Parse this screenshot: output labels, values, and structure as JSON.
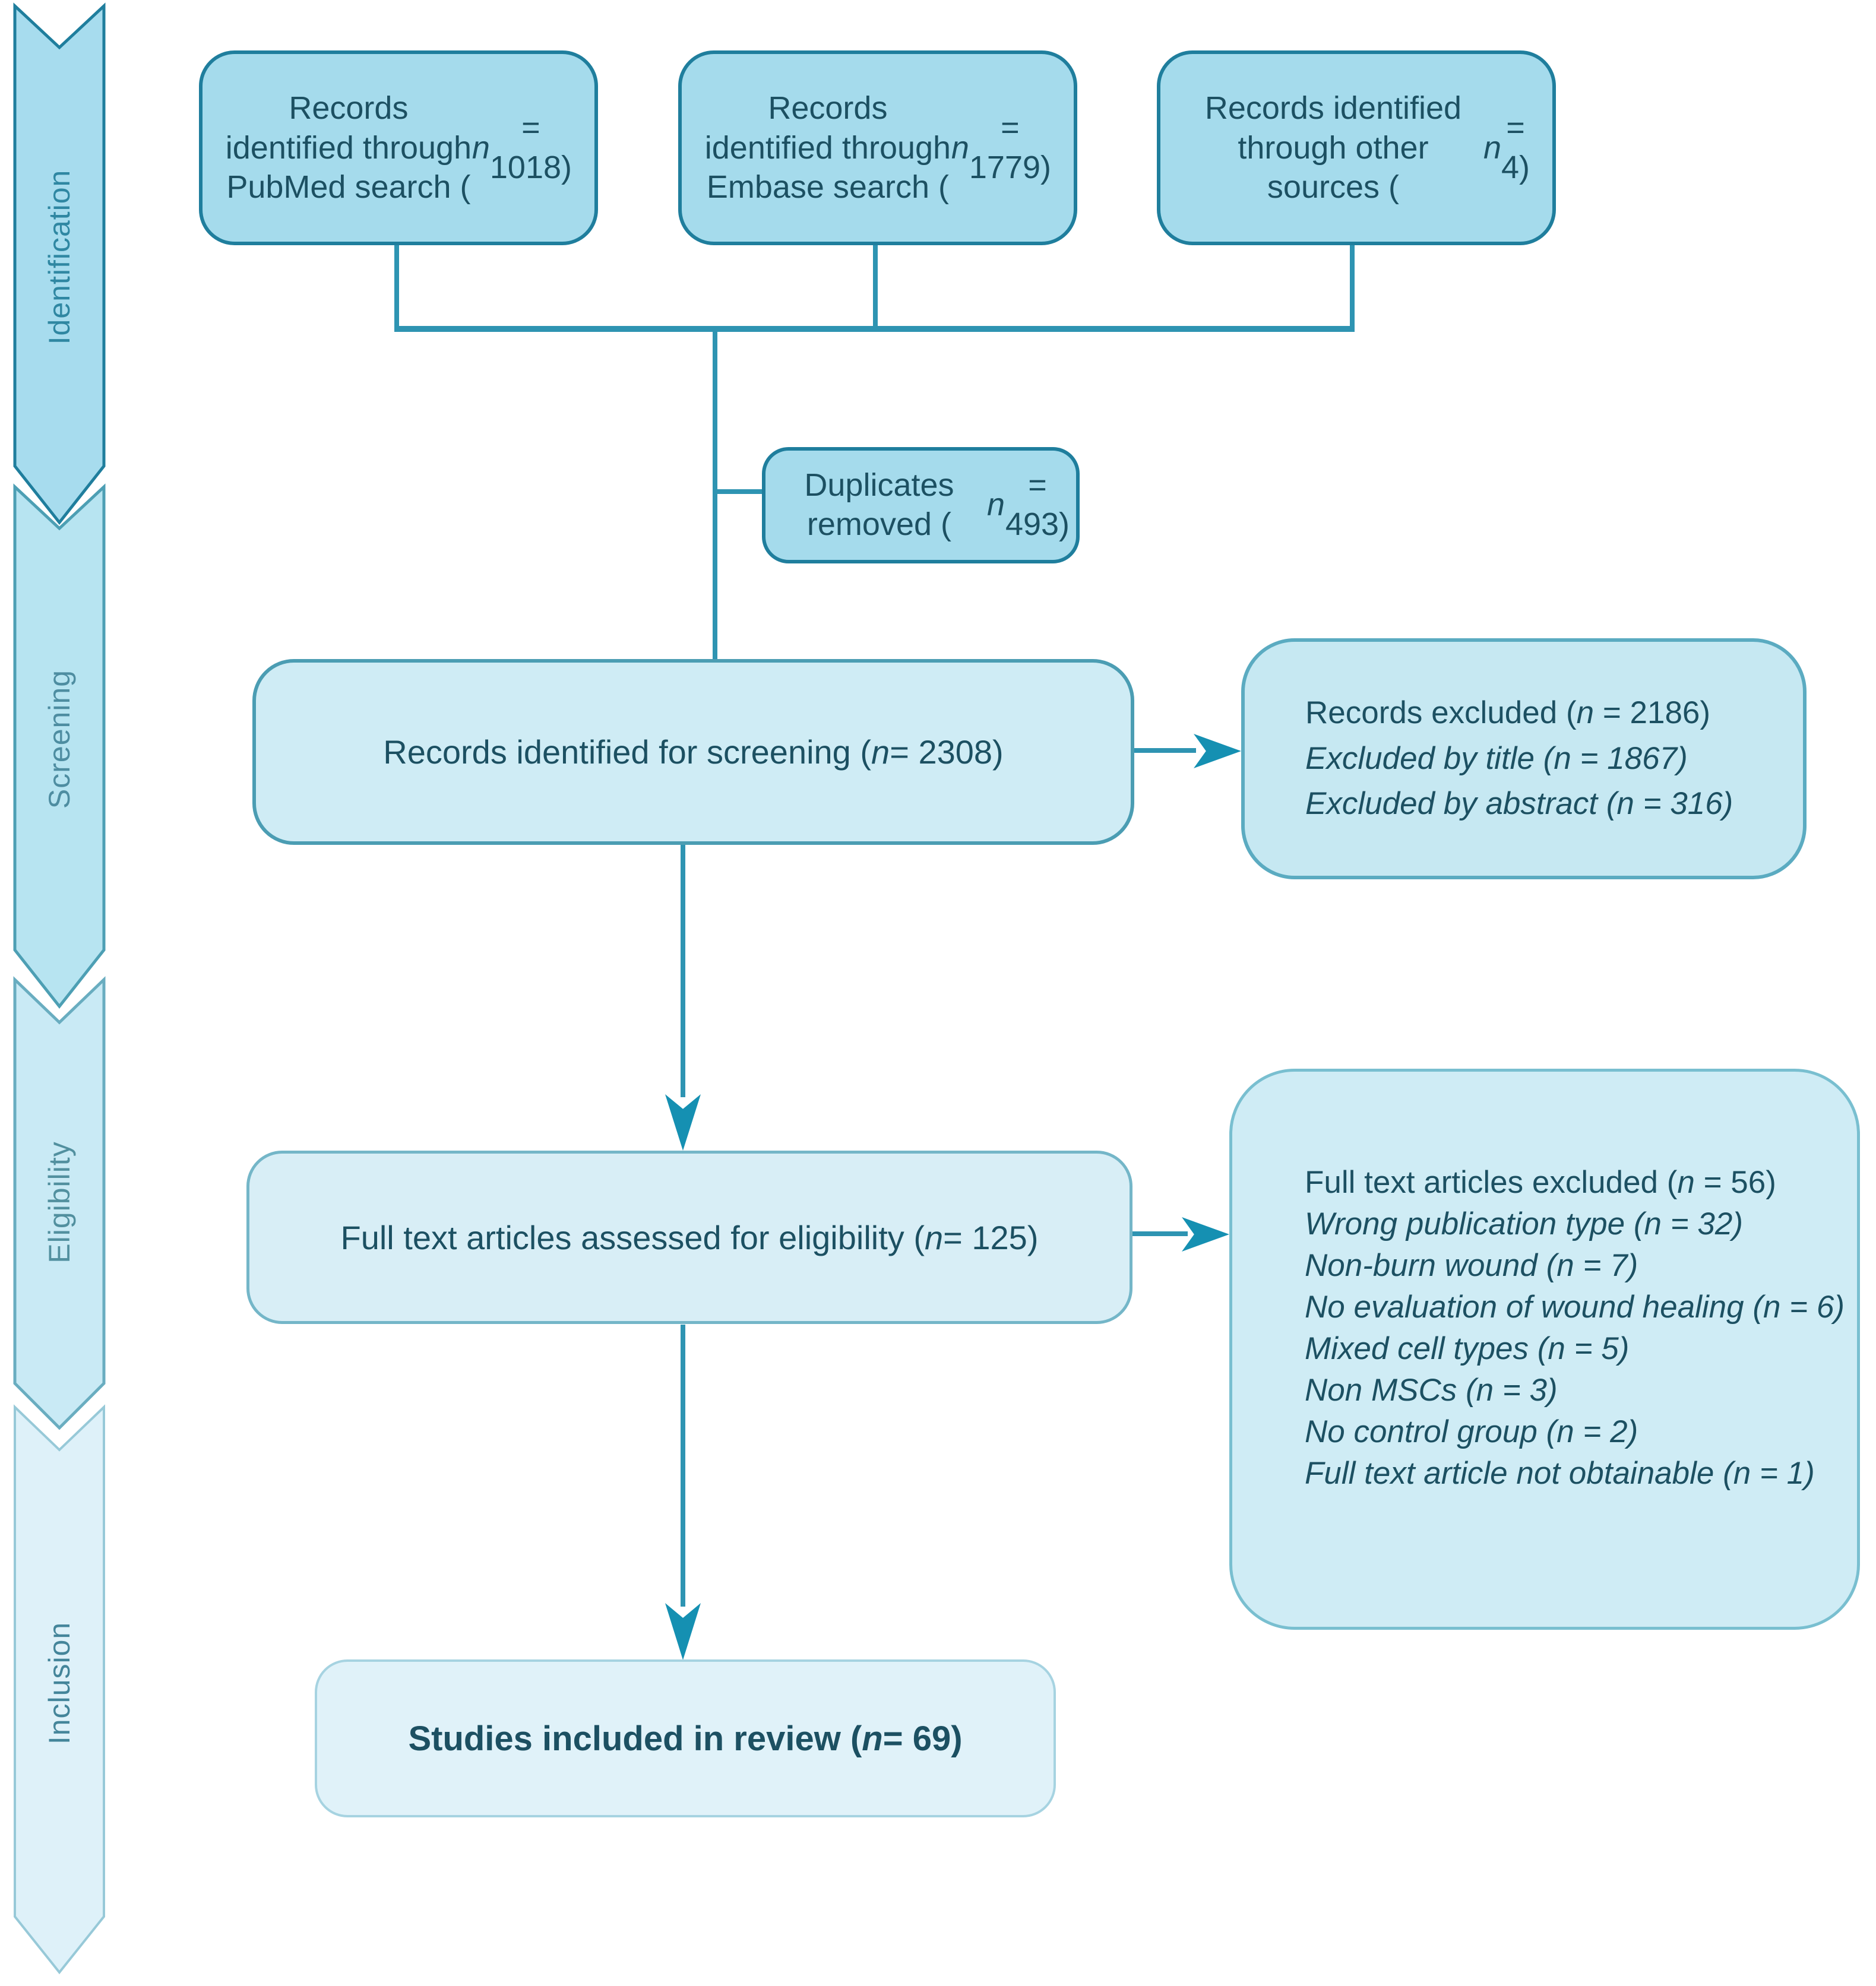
{
  "figure": {
    "type": "prisma-flow-diagram",
    "background": "#ffffff"
  },
  "colors": {
    "dark_box_fill": "#a5dbec",
    "dark_box_border": "#1f7e9d",
    "mid_box_fill": "#cfecf5",
    "mid_box_border": "#4b9db3",
    "light_box_fill": "#e0f2f9",
    "light_box_border": "#a6d3e1",
    "connector_line": "#2e94b2",
    "arrowhead": "#1590b2",
    "text": "#1c5062"
  },
  "sidebar": {
    "stages": [
      {
        "label": "Identification",
        "fill": "#a7dcee",
        "stroke": "#1f7e9d"
      },
      {
        "label": "Screening",
        "fill": "#b7e4f1",
        "stroke": "#4d9fb4"
      },
      {
        "label": "Eligibility",
        "fill": "#c9eaf5",
        "stroke": "#69adc0"
      },
      {
        "label": "Inclusion",
        "fill": "#def1f9",
        "stroke": "#97c9d8"
      }
    ]
  },
  "boxes": {
    "pubmed": {
      "text": "Records identified through PubMed search (n = 1018)"
    },
    "embase": {
      "text": "Records identified through Embase search (n = 1779)"
    },
    "other": {
      "text": "Records identified through other sources (n = 4)"
    },
    "duplicates": {
      "text": "Duplicates removed (n = 493)"
    },
    "screening": {
      "text": "Records identified for screening (n = 2308)"
    },
    "excluded_records": {
      "lines": [
        "Records excluded (n = 2186)",
        "Excluded by title (n = 1867)",
        "Excluded by abstract (n = 316)"
      ]
    },
    "fulltext": {
      "text": "Full text articles assessed for eligibility (n = 125)"
    },
    "excluded_fulltext": {
      "lines": [
        "Full text articles excluded (n = 56)",
        "Wrong publication type (n = 32)",
        "Non-burn wound (n = 7)",
        "No evaluation of wound healing (n = 6)",
        "Mixed cell types (n = 5)",
        "Non MSCs (n = 3)",
        "No control group (n = 2)",
        "Full text article not obtainable (n = 1)"
      ]
    },
    "included": {
      "text": "Studies included in review (n = 69)"
    }
  }
}
